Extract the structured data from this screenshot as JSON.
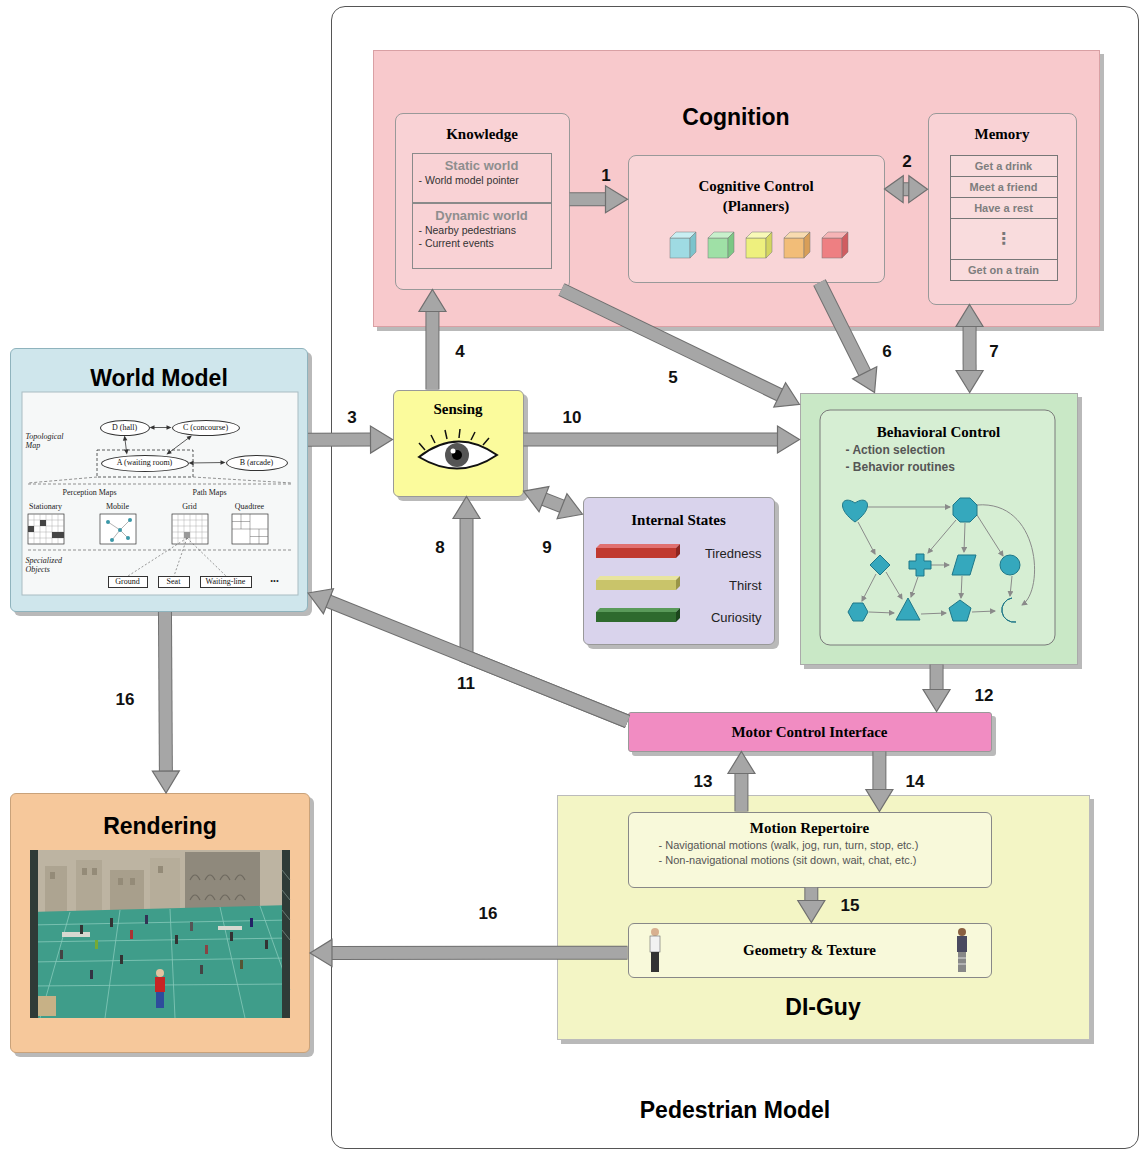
{
  "diagram": {
    "nodes": [
      {
        "text": [
          "Pedestrian Model"
        ]
      },
      {
        "text": [
          "Cognition"
        ],
        "in": 0
      },
      {
        "text": [
          "Knowledge"
        ],
        "in": 1
      },
      {
        "text": [
          "Static world",
          "- World model pointer"
        ],
        "in": 2
      },
      {
        "text": [
          "Dynamic world",
          "- Nearby pedestrians",
          "- Current events"
        ],
        "in": 2
      },
      {
        "text": [
          "Cognitive Control (Planners)"
        ],
        "in": 1
      },
      {
        "text": [
          "Memory"
        ],
        "in": 1
      },
      {
        "text": [
          "Get a drink"
        ],
        "in": 6
      },
      {
        "text": [
          "Meet a friend"
        ],
        "in": 6
      },
      {
        "text": [
          "Have a rest"
        ],
        "in": 6
      },
      {
        "text": [
          "⋮"
        ],
        "in": 6
      },
      {
        "text": [
          "Get on a train"
        ],
        "in": 6
      },
      {
        "text": [
          "World Model"
        ]
      },
      {
        "text": [
          "D (hall)"
        ],
        "in": 12
      },
      {
        "text": [
          "C (concourse)"
        ],
        "in": 12
      },
      {
        "text": [
          "A (waiting room)"
        ],
        "in": 12
      },
      {
        "text": [
          "B (arcade)"
        ],
        "in": 12
      },
      {
        "text": [
          "Ground"
        ],
        "in": 12
      },
      {
        "text": [
          "Seat"
        ],
        "in": 12
      },
      {
        "text": [
          "Waiting-line"
        ],
        "in": 12
      },
      {
        "text": [
          "Sensing"
        ],
        "in": 0
      },
      {
        "text": [
          "Internal States",
          "Tiredness",
          "Thirst",
          "Curiosity"
        ],
        "in": 0
      },
      {
        "text": [
          "Behavioral Control",
          "- Action selection",
          "- Behavior routines"
        ],
        "in": 0
      },
      {
        "text": [
          "Motor Control Interface"
        ],
        "in": 0
      },
      {
        "text": [
          "DI-Guy"
        ],
        "in": 0
      },
      {
        "text": [
          "Motion Repertoire",
          "- Navigational motions (walk, jog, run, turn, stop, etc.)",
          "- Non-navigational motions (sit down, wait, chat, etc.)"
        ],
        "in": 24
      },
      {
        "text": [
          "Geometry & Texture"
        ],
        "in": 24
      },
      {
        "text": [
          "Rendering"
        ]
      }
    ],
    "edges": [
      {
        "from": 2,
        "to": 5,
        "arrow": "to",
        "label": "1"
      },
      {
        "from": 5,
        "to": 6,
        "arrow": "both",
        "label": "2"
      },
      {
        "from": 12,
        "to": 20,
        "arrow": "to",
        "label": "3"
      },
      {
        "from": 20,
        "to": 2,
        "arrow": "to",
        "label": "4"
      },
      {
        "from": 2,
        "to": 22,
        "arrow": "to",
        "label": "5"
      },
      {
        "from": 5,
        "to": 22,
        "arrow": "to",
        "label": "6"
      },
      {
        "from": 6,
        "to": 22,
        "arrow": "both",
        "label": "7"
      },
      {
        "from": 23,
        "to": 20,
        "arrow": "to",
        "label": "8"
      },
      {
        "from": 20,
        "to": 21,
        "arrow": "both",
        "label": "9"
      },
      {
        "from": 20,
        "to": 22,
        "arrow": "to",
        "label": "10"
      },
      {
        "from": 23,
        "to": 12,
        "arrow": "to",
        "label": "11"
      },
      {
        "from": 22,
        "to": 23,
        "arrow": "to",
        "label": "12"
      },
      {
        "from": 25,
        "to": 23,
        "arrow": "to",
        "label": "13"
      },
      {
        "from": 23,
        "to": 25,
        "arrow": "to",
        "label": "14"
      },
      {
        "from": 25,
        "to": 26,
        "arrow": "to",
        "label": "15"
      },
      {
        "from": 12,
        "to": 27,
        "arrow": "to",
        "label": "16"
      },
      {
        "from": 26,
        "to": 27,
        "arrow": "to",
        "label": "16"
      },
      {
        "from": 13,
        "to": 14,
        "arrow": "both"
      },
      {
        "from": 15,
        "to": 13,
        "arrow": "both"
      },
      {
        "from": 15,
        "to": 14,
        "arrow": "both"
      },
      {
        "from": 15,
        "to": 16,
        "arrow": "both"
      }
    ],
    "labels": [
      "Topological Map",
      "Perception Maps",
      "Path Maps",
      "Stationary",
      "Mobile",
      "Grid",
      "Quadtree",
      "Specialized Objects",
      "•••"
    ]
  }
}
